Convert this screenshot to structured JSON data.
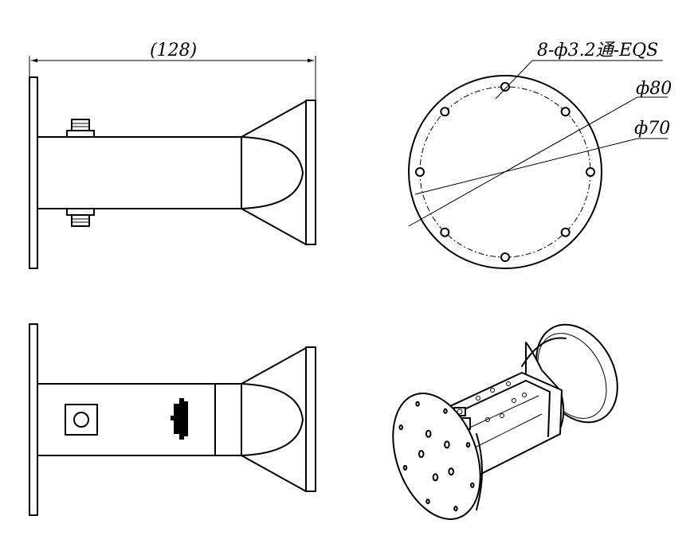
{
  "annotations": {
    "length_dim": "(128)",
    "hole_callout": "8-ф3.2通-EQS",
    "outer_diameter": "ф80",
    "bolt_circle_diameter": "ф70"
  },
  "views": {
    "top_left": "side-view-with-bolts",
    "top_right": "flange-front-view",
    "bottom_left": "side-view-with-connector",
    "bottom_right": "isometric-view"
  },
  "flange_front": {
    "hole_count": 8
  }
}
